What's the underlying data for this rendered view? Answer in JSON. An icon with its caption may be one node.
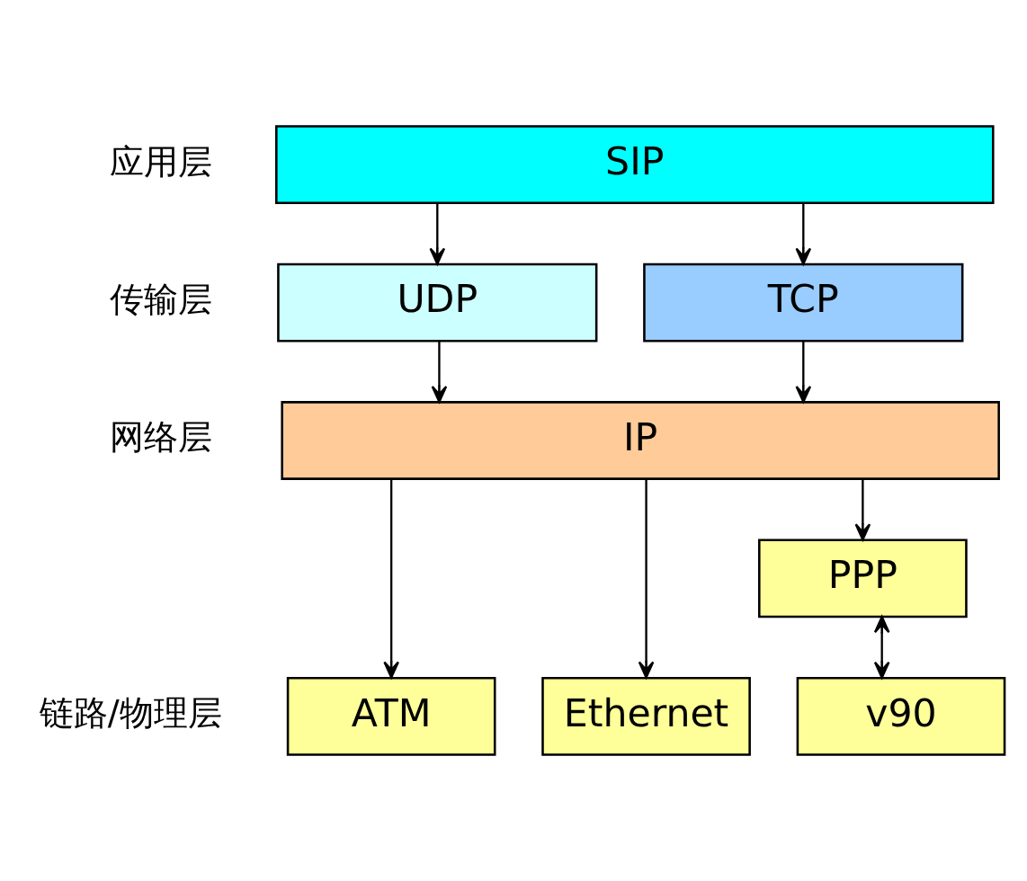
{
  "diagram": {
    "nodes": [
      {
        "text": [
          "SIP"
        ]
      },
      {
        "text": [
          "UDP"
        ]
      },
      {
        "text": [
          "TCP"
        ]
      },
      {
        "text": [
          "IP"
        ]
      },
      {
        "text": [
          "PPP"
        ]
      },
      {
        "text": [
          "ATM"
        ]
      },
      {
        "text": [
          "Ethernet"
        ]
      },
      {
        "text": [
          "v90"
        ]
      }
    ],
    "edges": [
      {
        "from": 0,
        "to": 1,
        "arrow": "to"
      },
      {
        "from": 0,
        "to": 2,
        "arrow": "to"
      },
      {
        "from": 1,
        "to": 3,
        "arrow": "to"
      },
      {
        "from": 2,
        "to": 3,
        "arrow": "to"
      },
      {
        "from": 3,
        "to": 5,
        "arrow": "to"
      },
      {
        "from": 3,
        "to": 6,
        "arrow": "to"
      },
      {
        "from": 3,
        "to": 4,
        "arrow": "to"
      },
      {
        "from": 4,
        "to": 7,
        "arrow": "both"
      }
    ],
    "labels": [
      "应用层",
      "传输层",
      "网络层",
      "链路/物理层"
    ]
  }
}
